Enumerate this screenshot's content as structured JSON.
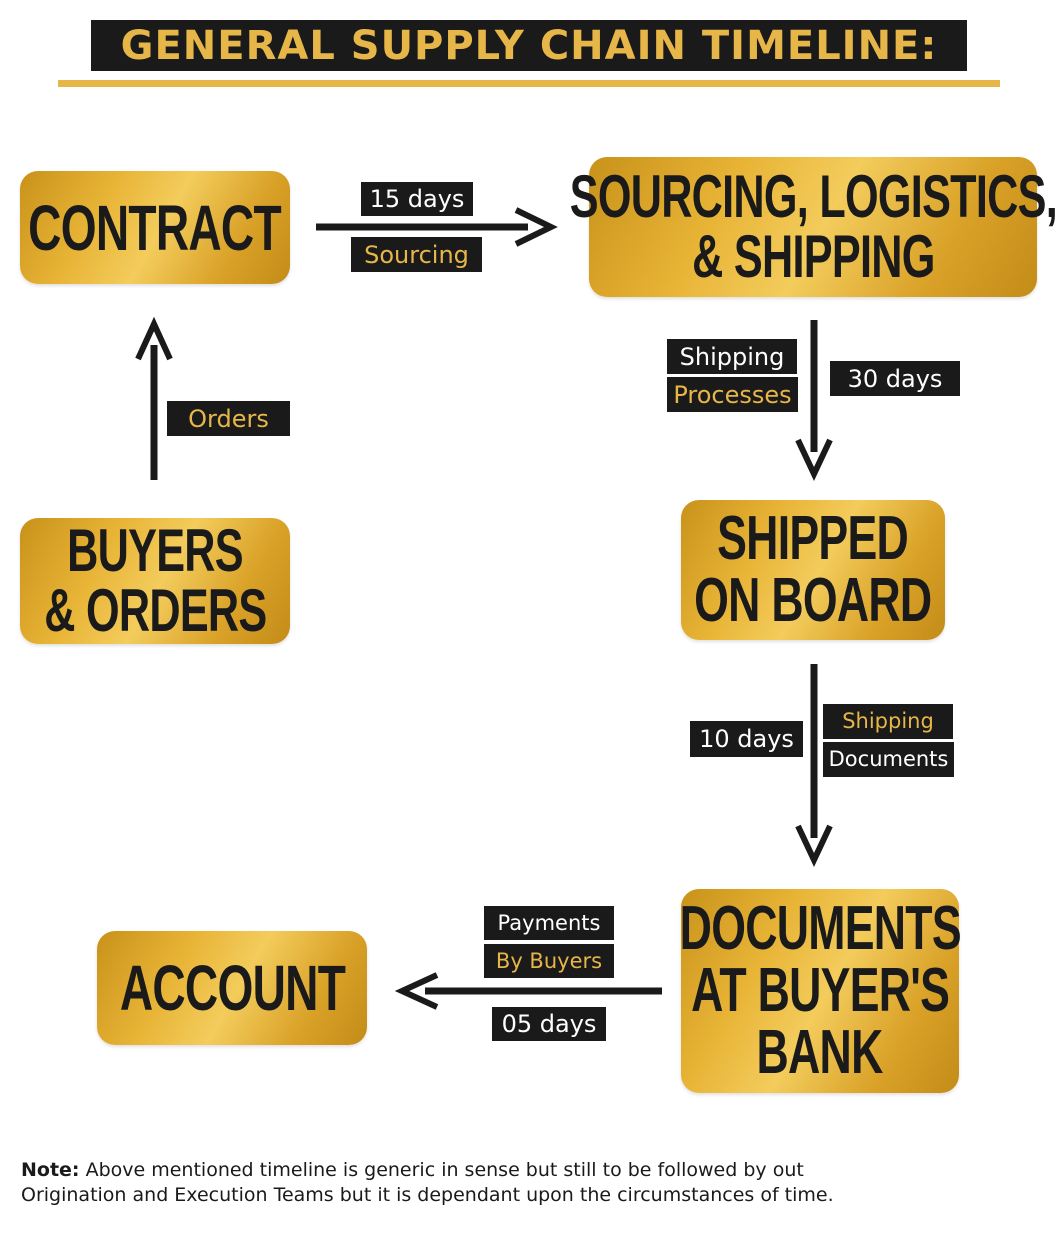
{
  "title": "GENERAL SUPPLY CHAIN TIMELINE:",
  "nodes": {
    "contract": "CONTRACT",
    "sourcing_line1": "SOURCING, LOGISTICS,",
    "sourcing_line2": "& SHIPPING",
    "buyers_line1": "BUYERS",
    "buyers_line2": "& ORDERS",
    "shipped_line1": "SHIPPED",
    "shipped_line2": "ON BOARD",
    "documents_line1": "DOCUMENTS",
    "documents_line2": "AT BUYER'S",
    "documents_line3": "BANK",
    "account": "ACCOUNT"
  },
  "edges": {
    "contract_to_sourcing": {
      "days": "15 days",
      "label": "Sourcing"
    },
    "buyers_to_contract": {
      "label": "Orders"
    },
    "sourcing_to_shipped": {
      "label_line1": "Shipping",
      "label_line2": "Processes",
      "days": "30 days"
    },
    "shipped_to_documents": {
      "days": "10 days",
      "label_line1": "Shipping",
      "label_line2": "Documents"
    },
    "documents_to_account": {
      "label_line1": "Payments",
      "label_line2": "By Buyers",
      "days": "05 days"
    }
  },
  "note": {
    "label": "Note:",
    "line1": "Above mentioned timeline is generic in sense but still to be followed by out",
    "line2": "Origination and Execution Teams but it is dependant upon the circumstances of time."
  },
  "colors": {
    "gold": "#E6B648",
    "dark": "#1a1a1a",
    "node_gradient_mid": "#F3CC5C"
  }
}
